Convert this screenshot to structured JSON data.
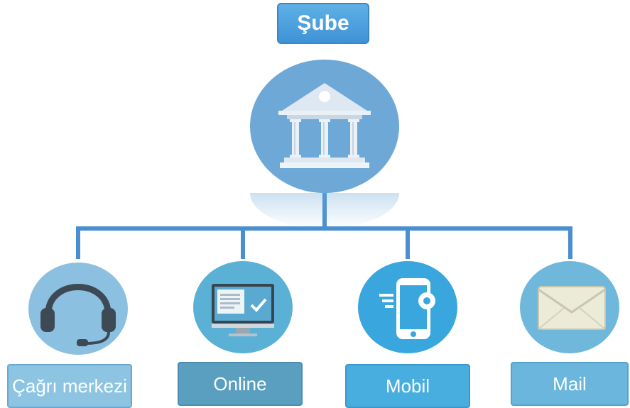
{
  "root": {
    "label": "Şube",
    "icon": "bank-icon"
  },
  "channels": [
    {
      "label": "Çağrı merkezi",
      "icon": "headset-icon"
    },
    {
      "label": "Online",
      "icon": "monitor-check-icon"
    },
    {
      "label": "Mobil",
      "icon": "mobile-settings-icon"
    },
    {
      "label": "Mail",
      "icon": "envelope-icon"
    }
  ],
  "colors": {
    "line": "#4a8fd0",
    "root_label_bg": "#4aa0de",
    "big_circle": "#6ea8d6"
  }
}
